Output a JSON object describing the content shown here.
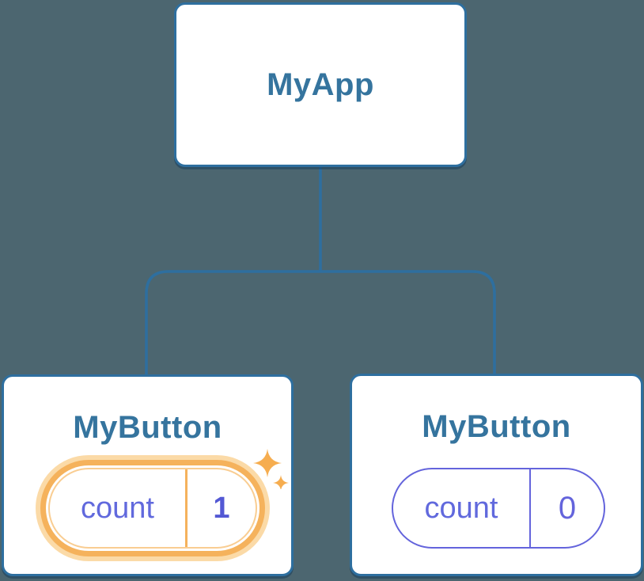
{
  "palette": {
    "background": "#4c6670",
    "node_border_blue": "#2e6f9f",
    "node_fill": "#ffffff",
    "title_text_blue": "#35749e",
    "state_text_purple": "#6169dd",
    "state_value_purple_bold": "#5358d4",
    "state_pill_border_purple": "#6464dc",
    "highlight_orange": "#f5b25c",
    "highlight_glow": "#fbdaa7",
    "highlight_inner_line": "#f9cd92",
    "sparkle_orange": "#f6ad4f"
  },
  "tree": {
    "root": {
      "label": "MyApp"
    },
    "children": [
      {
        "label": "MyButton",
        "highlighted": true,
        "state": {
          "name": "count",
          "value": "1"
        }
      },
      {
        "label": "MyButton",
        "highlighted": false,
        "state": {
          "name": "count",
          "value": "0"
        }
      }
    ]
  }
}
